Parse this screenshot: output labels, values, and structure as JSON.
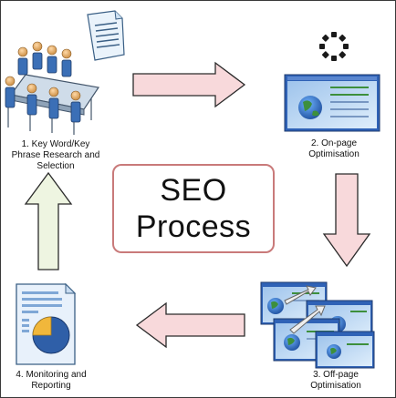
{
  "center": {
    "line1": "SEO",
    "line2": "Process"
  },
  "steps": [
    {
      "line1": "1. Key Word/Key",
      "line2": "Phrase Research and",
      "line3": "Selection",
      "icon": "meeting-people-icon"
    },
    {
      "line1": "2. On-page",
      "line2": "Optimisation",
      "icon": "webpage-icon"
    },
    {
      "line1": "3. Off-page",
      "line2": "Optimisation",
      "icon": "linked-webpages-icon"
    },
    {
      "line1": "4. Monitoring and",
      "line2": "Reporting",
      "icon": "report-chart-icon"
    }
  ],
  "colors": {
    "arrow_pink_fill": "#f8d9db",
    "arrow_green_fill": "#eef5e1",
    "center_border": "#c97a7a",
    "screen_blue": "#2f62b6",
    "globe_green": "#3d8f3c"
  }
}
